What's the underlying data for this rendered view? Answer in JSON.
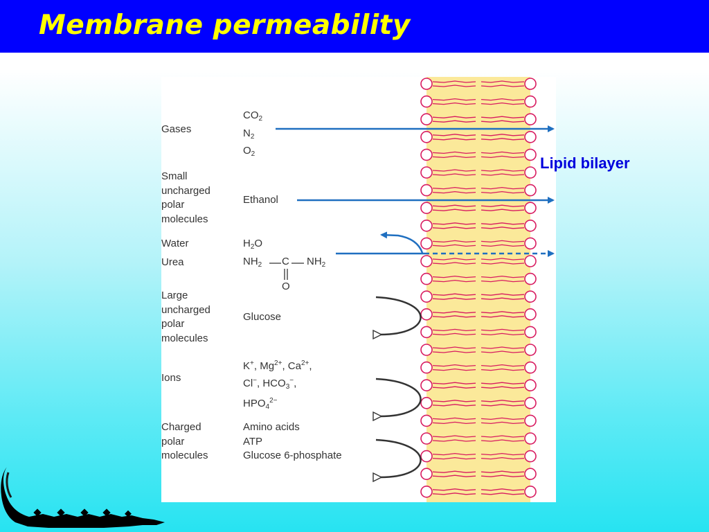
{
  "slide": {
    "title": "Membrane permeability"
  },
  "diagram": {
    "bilayer_label": "Lipid bilayer",
    "categories": [
      {
        "lines": [
          "Gases"
        ]
      },
      {
        "lines": [
          "Small",
          "uncharged",
          "polar",
          "molecules"
        ]
      },
      {
        "lines": [
          "Water"
        ]
      },
      {
        "lines": [
          "Urea"
        ]
      },
      {
        "lines": [
          "Large",
          "uncharged",
          "polar",
          "molecules"
        ]
      },
      {
        "lines": [
          "Ions"
        ]
      },
      {
        "lines": [
          "Charged",
          "polar",
          "molecules"
        ]
      }
    ],
    "molecules": {
      "gases": [
        "CO2",
        "N2",
        "O2"
      ],
      "small_polar": "Ethanol",
      "water": "H2O",
      "urea_left": "NH2",
      "urea_center": "C",
      "urea_right": "NH2",
      "urea_oxygen": "O",
      "large_polar": "Glucose",
      "ions_line1": "K+, Mg2+, Ca2+,",
      "ions_line2": "Cl−, HCO3−,",
      "ions_line3": "HPO42−",
      "charged": [
        "Amino acids",
        "ATP",
        "Glucose 6-phosphate"
      ]
    },
    "colors": {
      "title_bar": "#0000ff",
      "title_text": "#ffff00",
      "arrow": "#1f6fc0",
      "lipid_core": "#fbe99a",
      "lipid_head": "#d81b60",
      "label": "#0000dd"
    }
  }
}
